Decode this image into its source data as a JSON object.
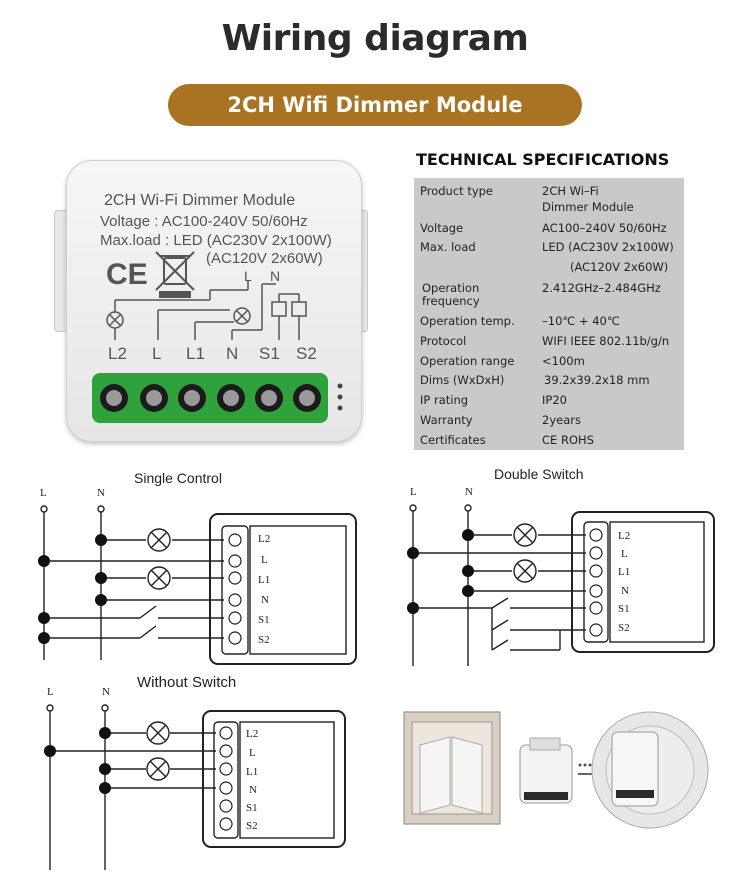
{
  "title": "Wiring diagram",
  "subtitle": "2CH Wifi Dimmer Module",
  "colors": {
    "accent": "#a87322",
    "terminal_green": "#2fa33b",
    "spec_bg": "#c9c9c9"
  },
  "module": {
    "line1": "2CH Wi-Fi Dimmer Module",
    "line2": "Voltage : AC100-240V 50/60Hz",
    "line3": "Max.load : LED (AC230V 2x100W)",
    "line4": "(AC120V 2x60W)",
    "ce": "CE",
    "top_labels": [
      "L",
      "N"
    ],
    "terminals": [
      "L2",
      "L",
      "L1",
      "N",
      "S1",
      "S2"
    ]
  },
  "specs": {
    "heading": "TECHNICAL SPECIFICATIONS",
    "rows": [
      {
        "key": "Product type",
        "value": "2CH Wi–Fi",
        "value2": "Dimmer Module"
      },
      {
        "key": "Voltage",
        "value": "AC100–240V 50/60Hz"
      },
      {
        "key": "Max. load",
        "value": "LED (AC230V 2x100W)",
        "value2": "(AC120V 2x60W)"
      },
      {
        "key": "Operation",
        "key2": "frequency",
        "value": "2.412GHz–2.484GHz"
      },
      {
        "key": "Operation temp.",
        "value": "–10℃ + 40℃"
      },
      {
        "key": "Protocol",
        "value": "WIFI  IEEE 802.11b/g/n"
      },
      {
        "key": "Operation range",
        "value": "<100m"
      },
      {
        "key": "Dims (WxDxH)",
        "value": "39.2x39.2x18 mm"
      },
      {
        "key": "IP rating",
        "value": "IP20"
      },
      {
        "key": "Warranty",
        "value": "2years"
      },
      {
        "key": "Certificates",
        "value": "CE ROHS"
      }
    ]
  },
  "diagrams": {
    "single": {
      "title": "Single Control",
      "L": "L",
      "N": "N"
    },
    "double": {
      "title": "Double Switch",
      "L": "L",
      "N": "N"
    },
    "without": {
      "title": "Without Switch",
      "L": "L",
      "N": "N"
    },
    "terminals": [
      "L2",
      "L",
      "L1",
      "N",
      "S1",
      "S2"
    ]
  }
}
